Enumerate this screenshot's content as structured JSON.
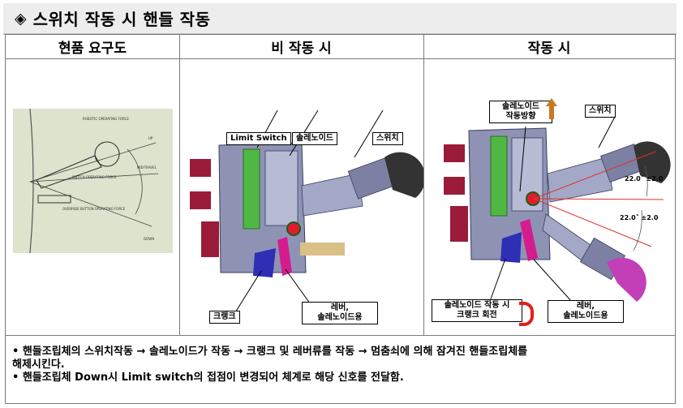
{
  "title": {
    "symbol": "◈",
    "text": "스위치 작동 시 핸들 작동"
  },
  "columns": [
    "현품 요구도",
    "비 작동 시",
    "작동 시"
  ],
  "drawing": {
    "labels": [
      "ROBOTIC OPERATING FORCE",
      "SWITCH OPERATING FORCE",
      "OVERRIDE BUTTON OPERATING FORCE",
      "MID-TRAVEL",
      "DOWN",
      "UP"
    ]
  },
  "idle_panel": {
    "callouts": {
      "limit_switch": "Limit Switch",
      "solenoid": "솔레노이드",
      "switch": "스위치",
      "crank": "크랭크",
      "lever": "레버,\n솔레노이드용"
    }
  },
  "active_panel": {
    "callouts": {
      "solenoid_direction": "솔레노이드\n작동방향",
      "switch": "스위치",
      "crank_rotation": "솔레노이드 작동 시\n크랭크 회전",
      "lever": "레버,\n솔레노이드용"
    },
    "angles": [
      "22.0˚ ±2.0",
      "22.0˚ ±2.0"
    ]
  },
  "notes": [
    "• 핸들조립체의 스위치작동 → 솔레노이드가 작동 → 크랭크 및 레버류를 작동 → 멈춤쇠에 의해 잠겨진 핸들조립체를",
    "  해제시킨다.",
    "• 핸들조립체 Down시 Limit switch의 접점이 변경되어 체계로 해당 신호를 전달함."
  ],
  "colors": {
    "housing": "#8e93b4",
    "connector": "#9b1b3a",
    "terminal": "#4fb843",
    "solenoid_red": "#e11c2a",
    "lever_magenta": "#d41c8f",
    "crank_blue": "#2e2fb5",
    "knob": "#333333",
    "knob_active": "#c23fb8",
    "arrow_orange": "#c87a1e",
    "rotate_arrow": "#e0201a",
    "angle_lines": "#e03030"
  }
}
